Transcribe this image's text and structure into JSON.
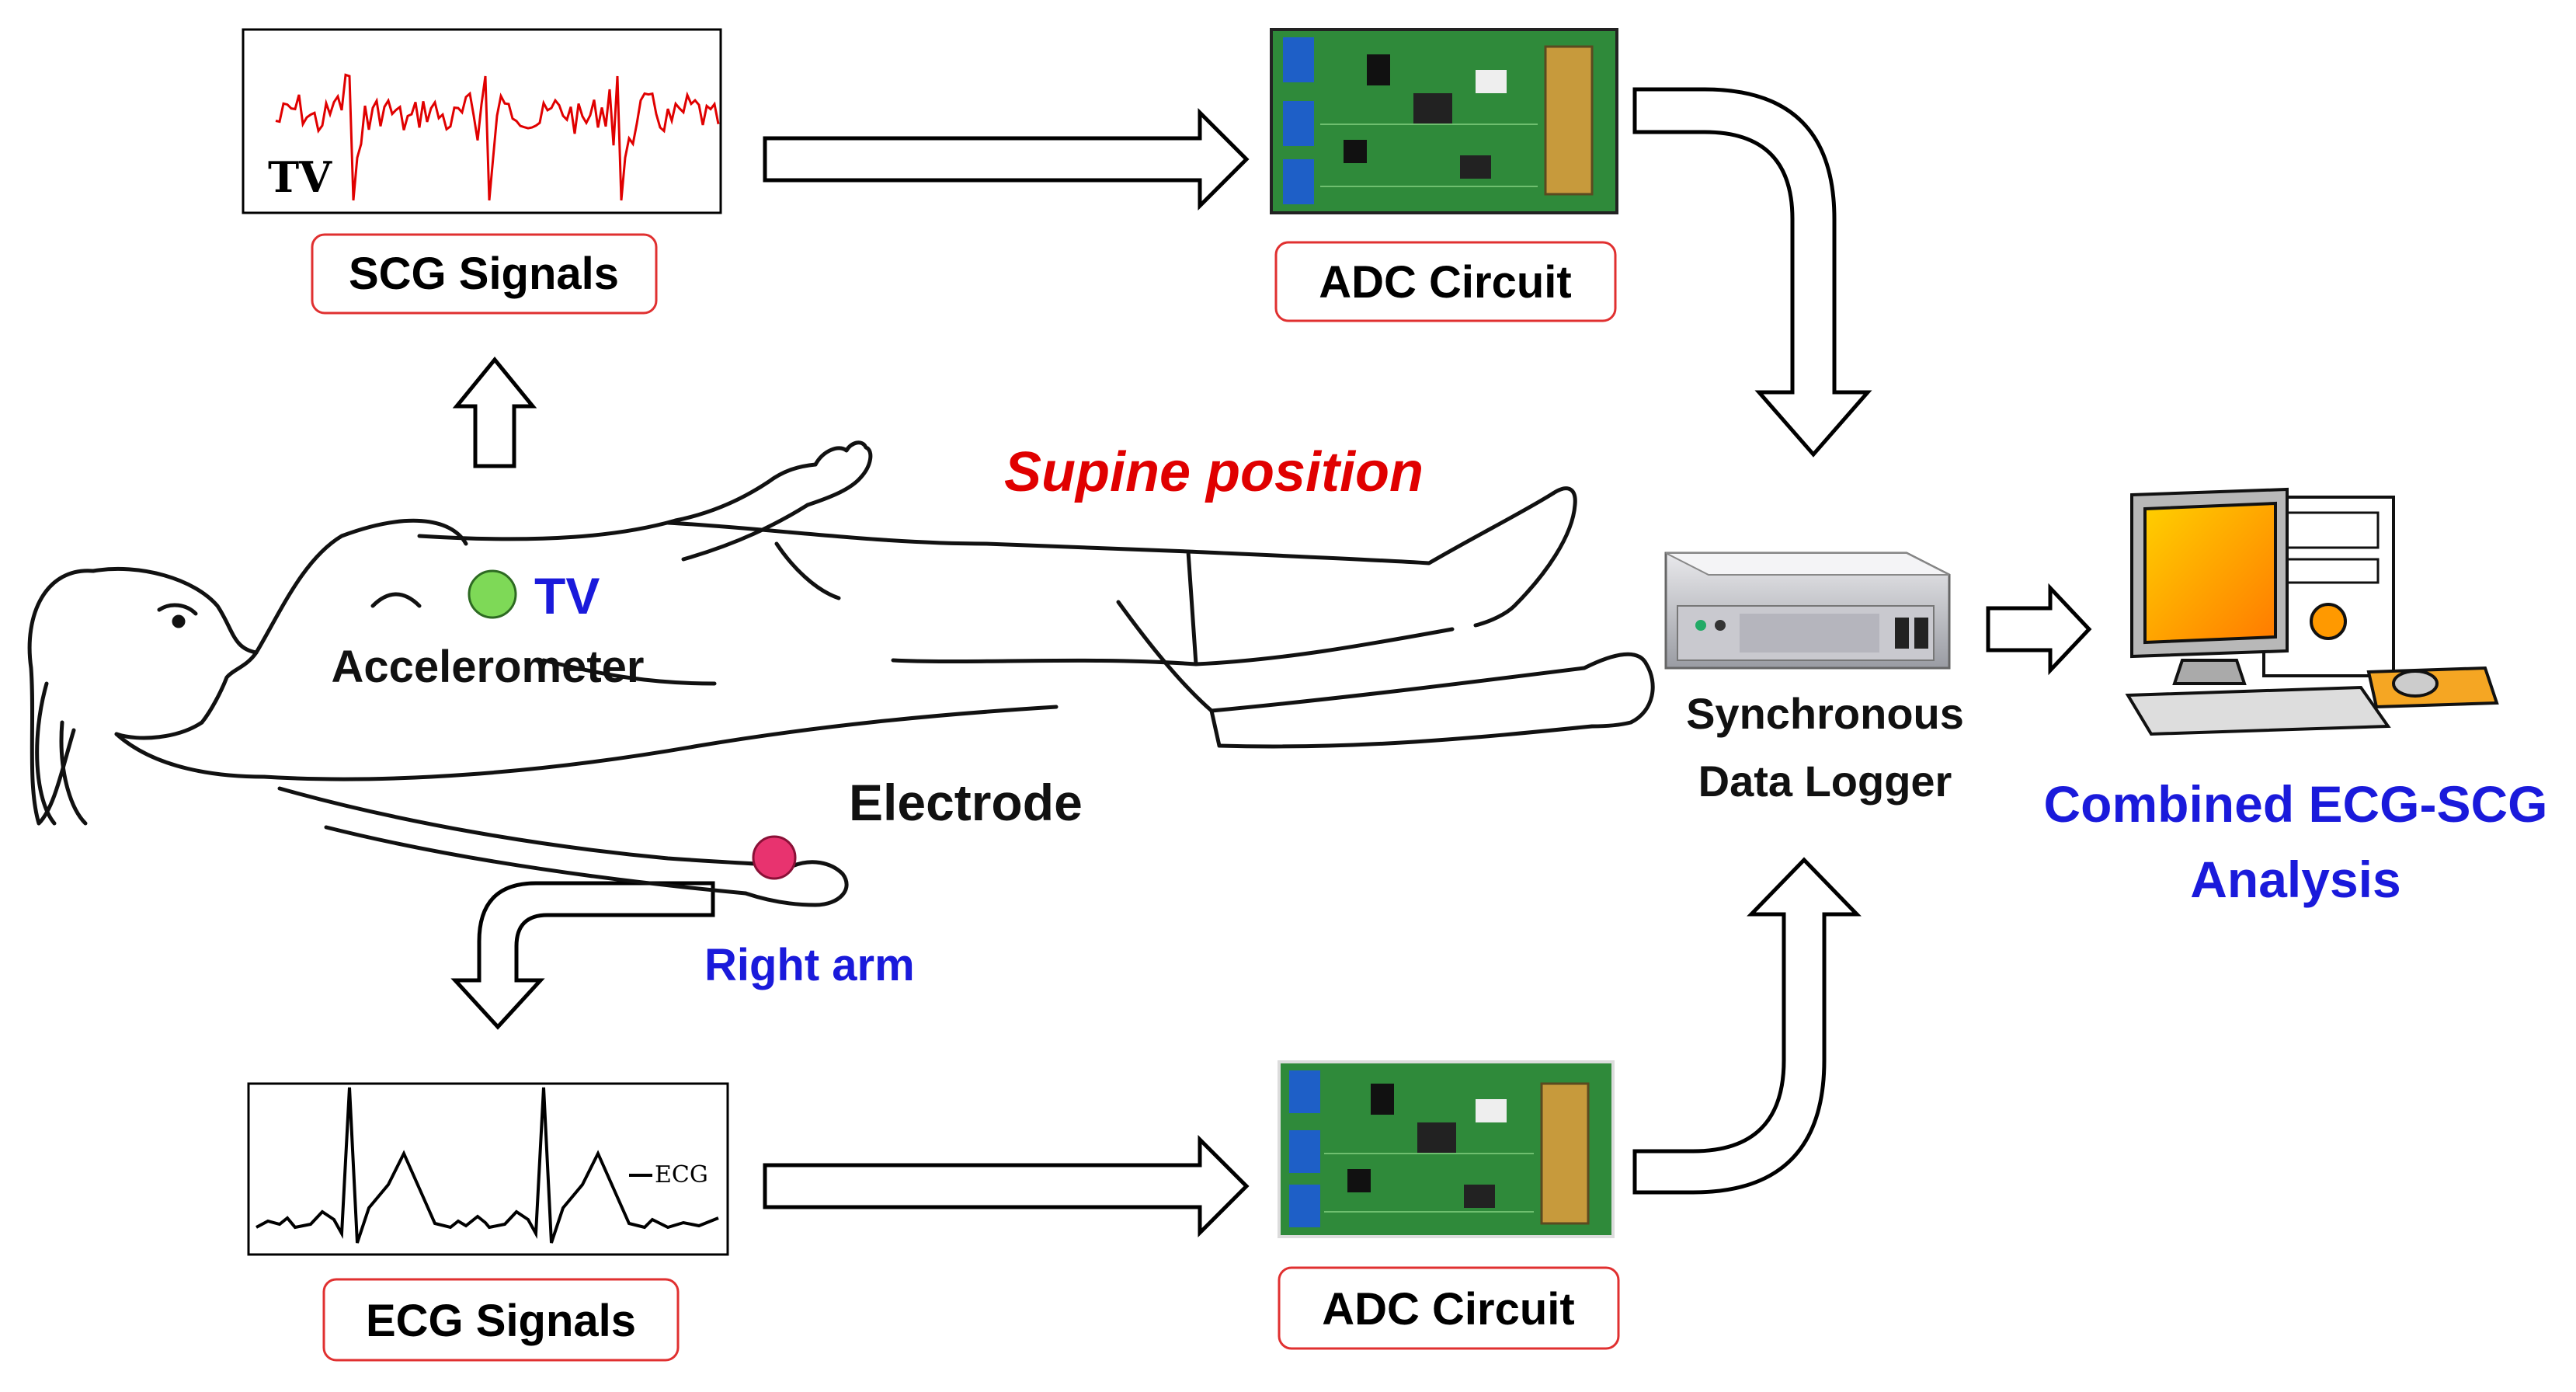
{
  "scg": {
    "label": "SCG Signals",
    "waveform_tag": "TV"
  },
  "ecg": {
    "label": "ECG Signals",
    "waveform_tag": "ECG"
  },
  "adc_top": {
    "label": "ADC Circuit"
  },
  "adc_bottom": {
    "label": "ADC Circuit"
  },
  "body": {
    "posture": "Supine position",
    "sensor_site": "TV",
    "sensor_name": "Accelerometer",
    "electrode_label": "Electrode",
    "electrode_site": "Right arm"
  },
  "logger": {
    "line1": "Synchronous",
    "line2": "Data Logger"
  },
  "analysis": {
    "line1": "Combined ECG-SCG",
    "line2": "Analysis"
  },
  "colors": {
    "label_border": "#e03030",
    "scg_trace": "#e00000",
    "blue_text": "#1a1adb",
    "red_text": "#e00000",
    "accelerometer_dot": "#7ed957",
    "electrode_dot": "#e8336f",
    "pcb_green": "#2f8a3a"
  },
  "icons": {
    "accelerometer": "green-dot-icon",
    "electrode": "pink-dot-icon",
    "computer": "desktop-computer-icon",
    "logger": "data-logger-device-icon"
  }
}
